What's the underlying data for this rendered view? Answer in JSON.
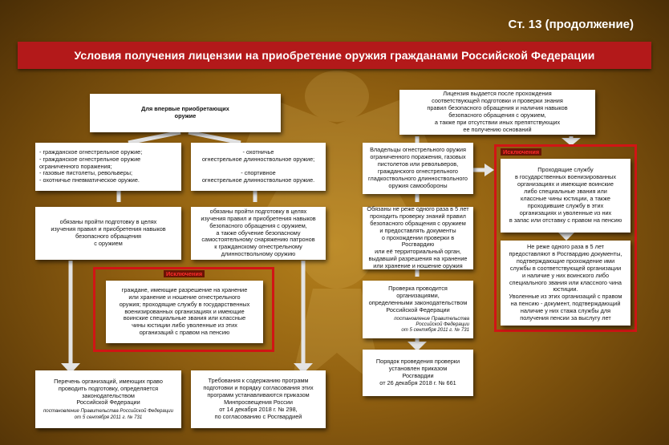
{
  "header": {
    "page_label": "Ст. 13 (продолжение)",
    "title": "Условия получения лицензии на приобретение оружия гражданами Российской Федерации"
  },
  "colors": {
    "banner": "#b3191a",
    "exception_frame": "#d11515",
    "background": "#8e5e10"
  },
  "left_column": {
    "top": "Для впервые приобретающих\nоружие",
    "weapons_a": "- гражданское огнестрельное оружие;\n- гражданское огнестрельное оружие\nограниченного поражения;\n- газовые пистолеты, револьверы;\n- охотничье пневматическое оружие.",
    "weapons_b": "- охотничье\nогнестрельное длинноствольное оружие;\n\n- спортивное\nогнестрельное длинноствольное оружие.",
    "training_a": "обязаны пройти подготовку в целях\nизучения правил и приобретения навыков\nбезопасного обращения\nс оружием",
    "training_b": "обязаны пройти подготовку в целях\nизучения правил и приобретения навыков\nбезопасного обращения с оружием,\nа также обучение безопасному\nсамостоятельному снаряжению патронов\nк гражданскому огнестрельному\nдлинноствольному оружию",
    "exception_label": "Исключения",
    "exception_text": "граждане, имеющие разрешение на хранение\nили хранение и ношение огнестрельного\nоружия; проходящие службу в государственных\nвоенизированных организациях и имеющие\nвоинские  специальные звания или классные\nчины юстиции либо уволенные из этих\nорганизаций с правом на пенсию",
    "orgs_list": "Перечень организаций, имеющих право\nпроводить подготовку, определяется\nзаконодательством\nРоссийской Федерации",
    "orgs_list_ref": "постановление Правительства Российской Федерации\nот 5 сентября 2011 г. № 731",
    "requirements": "Требования к содержанию программ\nподготовки и порядку согласования этих\nпрограмм устанавливаются приказом\nМинпросвещения России\nот 14 декабря 2018 г. № 298,\nпо согласованию с Росгвардией"
  },
  "right_column": {
    "top": "Лицензия выдается после прохождения\nсоответствующей подготовки и проверки знания\nправил безопасного обращения и наличия навыков\nбезопасного обращения с оружием,\nа также при отсутствии иных препятствующих\nее получению оснований",
    "owners": "Владельцы огнестрельного оружия\nограниченного поражения, газовых\nпистолетов или револьверов,\nгражданского огнестрельного\nгладкоствольного длинноствольного\nоружия самообороны",
    "every5": "Обязаны не реже одного раза в 5 лет\nпроходить проверку знаний правил\nбезопасного обращения с оружием\nи предоставлять документы\nо прохождении проверки в Росгвардию\nили её территориальный орган,\nвыдавший разрешения на хранение\nили хранение и ношение оружия",
    "check_orgs": "Проверка проводится организациями,\nопределенными законодательством\nРоссийской Федерации",
    "check_orgs_ref": "постановление Правительства\nРоссийской Федерации\nот  5 сентября 2011 г. № 731",
    "procedure": "Порядок проведения проверки\nустановлен приказом\nРосгвардии\nот 26 декабря 2018 г. № 661",
    "exception_label": "Исключения",
    "exception_a": "Проходящие службу\nв государственных военизированных\nорганизациях и имеющие воинские\nлибо специальные звания или\nклассные чины юстиции, а также\nпроходившие службу в этих\nорганизациях и уволенные из них\nв запас или отставку с правом на пенсию",
    "exception_b": "Не реже одного раза в 5 лет\nпредоставляют в Росгвардию документы,\nподтверждающие прохождение ими\nслужбы в соответствующей организации\nи наличие у них воинского либо\nспециального звания или классного чина\nюстиции.\nУволенные из этих организаций с правом\nна пенсию - документ, подтверждающий\nналичие у них стажа службы для\nполучения пенсии за выслугу лет"
  }
}
